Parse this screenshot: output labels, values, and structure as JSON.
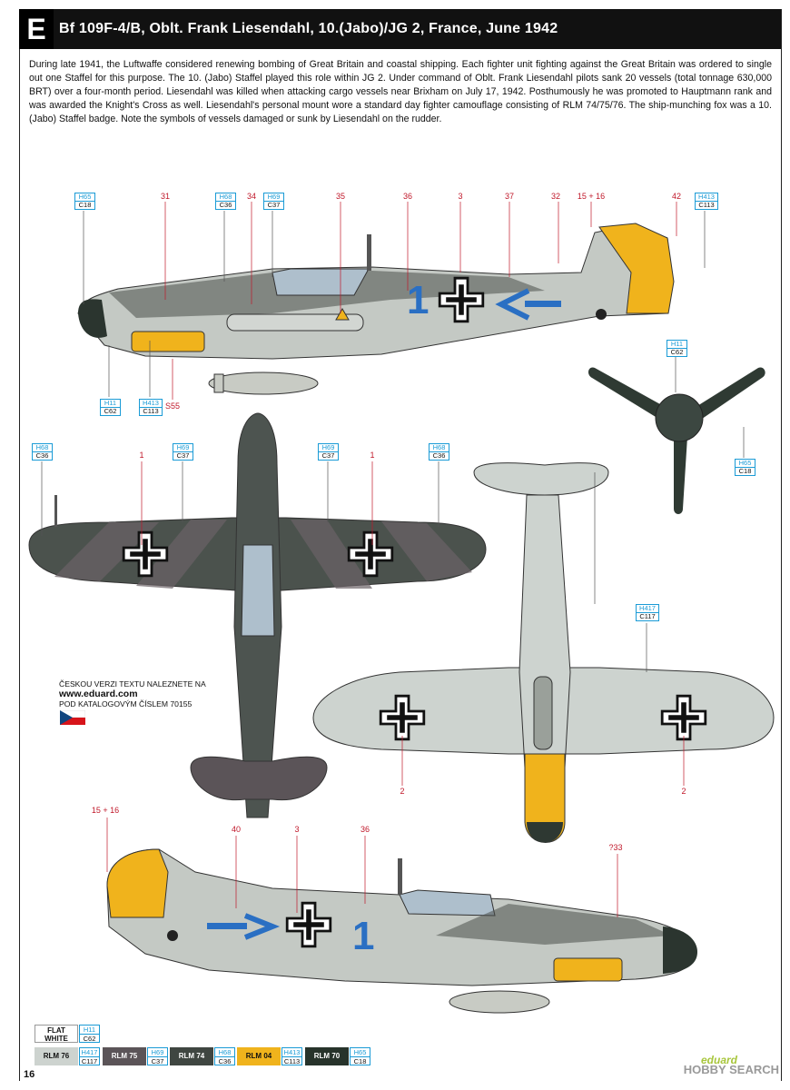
{
  "header": {
    "letter": "E",
    "title": "Bf 109F-4/B, Oblt. Frank Liesendahl, 10.(Jabo)/JG 2, France, June 1942"
  },
  "description": "During late 1941, the Luftwaffe considered renewing bombing of Great Britain and coastal shipping. Each fighter unit fighting against the Great Britain was ordered to single out one Staffel for this purpose. The 10. (Jabo) Staffel played this role within JG 2. Under command of Oblt. Frank Liesendahl pilots sank 20 vessels (total tonnage 630,000 BRT) over a four-month period. Liesendahl was killed when attacking cargo vessels near Brixham on July 17, 1942. Posthumously he was promoted to Hauptmann rank and was awarded the Knight's Cross as well. Liesendahl's personal mount wore a standard day fighter camouflage consisting of RLM 74/75/76. The ship-munching fox was a 10. (Jabo) Staffel badge. Note the symbols of vessels damaged or sunk by Liesendahl on the rudder.",
  "paint_codes": [
    {
      "h": "H65",
      "c": "C18"
    },
    {
      "h": "H68",
      "c": "C36"
    },
    {
      "h": "H69",
      "c": "C37"
    },
    {
      "h": "H413",
      "c": "C113"
    },
    {
      "h": "H11",
      "c": "C62"
    },
    {
      "h": "H413",
      "c": "C113"
    },
    {
      "h": "H11",
      "c": "C62"
    },
    {
      "h": "H65",
      "c": "C18"
    },
    {
      "h": "H68",
      "c": "C36"
    },
    {
      "h": "H69",
      "c": "C37"
    },
    {
      "h": "H69",
      "c": "C37"
    },
    {
      "h": "H68",
      "c": "C36"
    },
    {
      "h": "H417",
      "c": "C117"
    }
  ],
  "stencil_numbers": [
    "31",
    "34",
    "35",
    "36",
    "3",
    "37",
    "32",
    "15 + 16",
    "42",
    "S55",
    "1",
    "1",
    "2",
    "2",
    "15 + 16",
    "40",
    "3",
    "36",
    "?33"
  ],
  "czech_note": {
    "line1": "ČESKOU VERZI TEXTU NALEZNETE NA",
    "url": "www.eduard.com",
    "line2": "POD KATALOGOVÝM ČÍSLEM 70155"
  },
  "legend": {
    "flat_white": {
      "line1": "FLAT",
      "line2": "WHITE",
      "h": "H11",
      "c": "C62"
    },
    "swatches": [
      {
        "name": "RLM 76",
        "h": "H417",
        "c": "C117",
        "color": "#cdd3cf",
        "text": "#111"
      },
      {
        "name": "RLM 75",
        "h": "H69",
        "c": "C37",
        "color": "#5b5458",
        "text": "#fff"
      },
      {
        "name": "RLM 74",
        "h": "H68",
        "c": "C36",
        "color": "#3f4641",
        "text": "#fff"
      },
      {
        "name": "RLM 04",
        "h": "H413",
        "c": "C113",
        "color": "#f0b31c",
        "text": "#111"
      },
      {
        "name": "RLM 70",
        "h": "H65",
        "c": "C18",
        "color": "#27332b",
        "text": "#fff"
      }
    ]
  },
  "page_number": "16",
  "watermark": {
    "brand": "eduard",
    "site": "HOBBY SEARCH"
  },
  "colors": {
    "rlm76": "#cdd3cf",
    "rlm75": "#5b5458",
    "rlm74": "#3f4641",
    "rlm04": "#f0b31c",
    "rlm70": "#27332b",
    "callout_blue": "#1a9bd6",
    "callout_red": "#c0182a"
  }
}
